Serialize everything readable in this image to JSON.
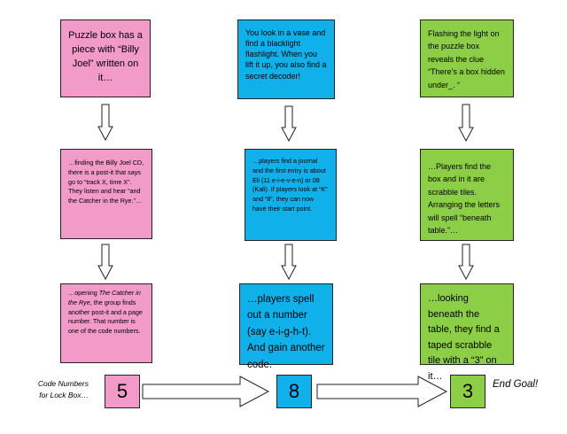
{
  "columns": [
    {
      "color": "#f29ac8",
      "steps": [
        {
          "text": "Puzzle box has a piece with “Billy Joel” written on it…"
        },
        {
          "text": "…finding the Billy Joel CD, there is a post-it that says go to “track X, time X”.  They listen and hear “and the Catcher in the Rye.”…"
        },
        {
          "before": "…opening ",
          "italic": "The Catcher in the Rye",
          "after": ", the group finds another post-it and a page number.  That number is one of the code numbers."
        }
      ],
      "code": "5"
    },
    {
      "color": "#10b0ea",
      "steps": [
        {
          "text": "You look in a vase and find a blacklight flashlight.  When you lift it up, you also find a secret decoder!"
        },
        {
          "text": "…players find a journal and the first entry is about Eli (11 e-i-e-v-e-n) or 08 (Kali).  If players look at “K” and “8”, they can now have their start point."
        },
        {
          "text": "…players spell out a number (say e-i-g-h-t).  And gain another code."
        }
      ],
      "code": "8"
    },
    {
      "color": "#8dce47",
      "steps": [
        {
          "text": "Flashing the light on the puzzle box reveals the clue “There’s a box hidden under_. “"
        },
        {
          "text": "…Players find the box and in it are scrabble tiles.  Arranging the letters will spell “beneath table.”…"
        },
        {
          "text": "…looking beneath the table, they find a taped scrabble tile with a “3” on it…"
        }
      ],
      "code": "3"
    }
  ],
  "code_label_line1": "Code Numbers",
  "code_label_line2": "for Lock Box…",
  "end_goal": "End Goal!"
}
